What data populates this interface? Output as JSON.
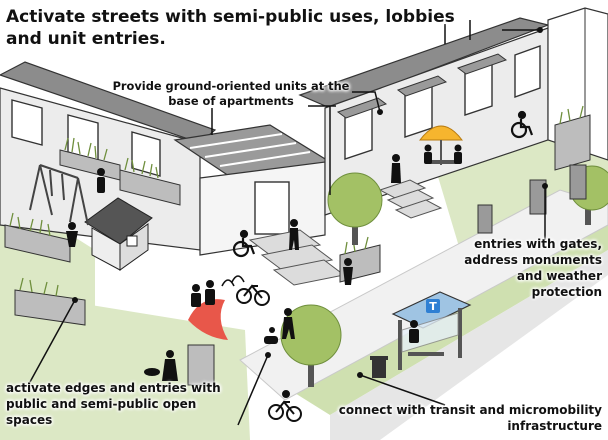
{
  "title": "Activate streets with semi-public uses, lobbies and unit entries.",
  "callouts": {
    "ground_units": "Provide ground-oriented units at the base of apartments",
    "gates": "entries with gates, address monuments and weather protection",
    "edges": "activate edges and entries with public and semi-public open spaces",
    "transit": "connect with transit and micromobility infrastructure"
  },
  "transit_sign": "T",
  "icons": [
    "wheelchair-icon",
    "bicycle-icon",
    "umbrella-icon",
    "fish-sculpture-icon",
    "trash-bin-icon",
    "transit-sign-icon"
  ],
  "colors": {
    "ground_green": "#dce8c5",
    "tree_green": "#a3c165",
    "wall": "#ececec",
    "roof": "#8c8c8c",
    "umbrella": "#f6b52e",
    "fish": "#e8574a",
    "transit_blue": "#2f7fd3",
    "ink": "#111111"
  }
}
